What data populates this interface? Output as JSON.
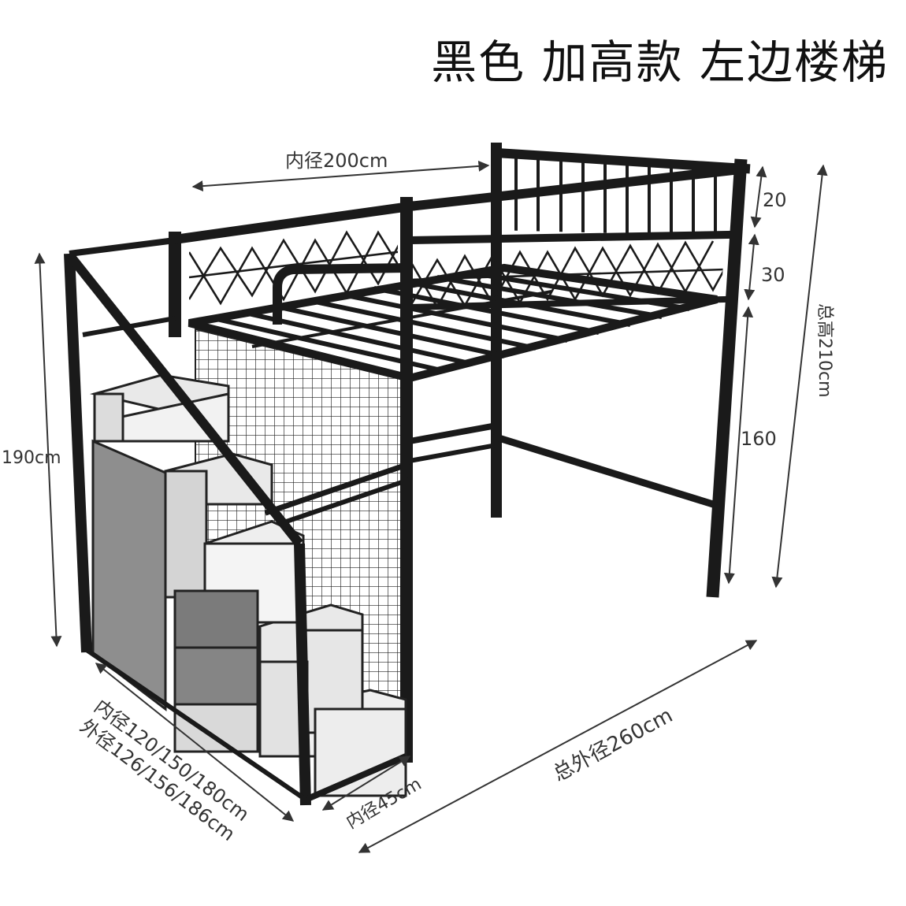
{
  "title": "黑色  加高款  左边楼梯",
  "dimensions": {
    "inner_length": "内径200cm",
    "top_segment": "20",
    "middle_segment": "30",
    "lower_segment": "160",
    "total_height": "总高210cm",
    "stair_height": "190cm",
    "stair_inner": "内径120/150/180cm",
    "stair_outer": "外径126/156/186cm",
    "stair_width": "内径45cm",
    "total_outer_length": "总外径260cm"
  },
  "colors": {
    "frame": "#1a1a1a",
    "stair_light": "#e9e9e9",
    "stair_shadow": "#cfcfcf",
    "cabinet_door": "#8e8e8e",
    "drawer": "#7b7b7b",
    "mesh": "#222222",
    "dimension_line": "#333333"
  }
}
